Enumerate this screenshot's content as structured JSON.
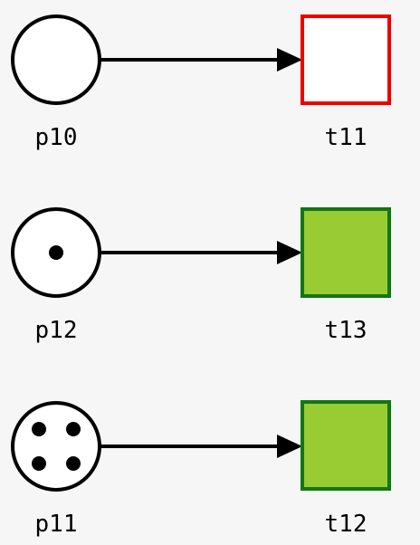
{
  "rows": [
    {
      "place": {
        "label": "p10",
        "tokens": 0
      },
      "transition": {
        "label": "t11",
        "state": "disabled",
        "fill": "#ffffff",
        "stroke": "#ee0000"
      }
    },
    {
      "place": {
        "label": "p12",
        "tokens": 1
      },
      "transition": {
        "label": "t13",
        "state": "enabled",
        "fill": "#99cc33",
        "stroke": "#117711"
      }
    },
    {
      "place": {
        "label": "p11",
        "tokens": 4
      },
      "transition": {
        "label": "t12",
        "state": "enabled",
        "fill": "#99cc33",
        "stroke": "#117711"
      }
    }
  ]
}
